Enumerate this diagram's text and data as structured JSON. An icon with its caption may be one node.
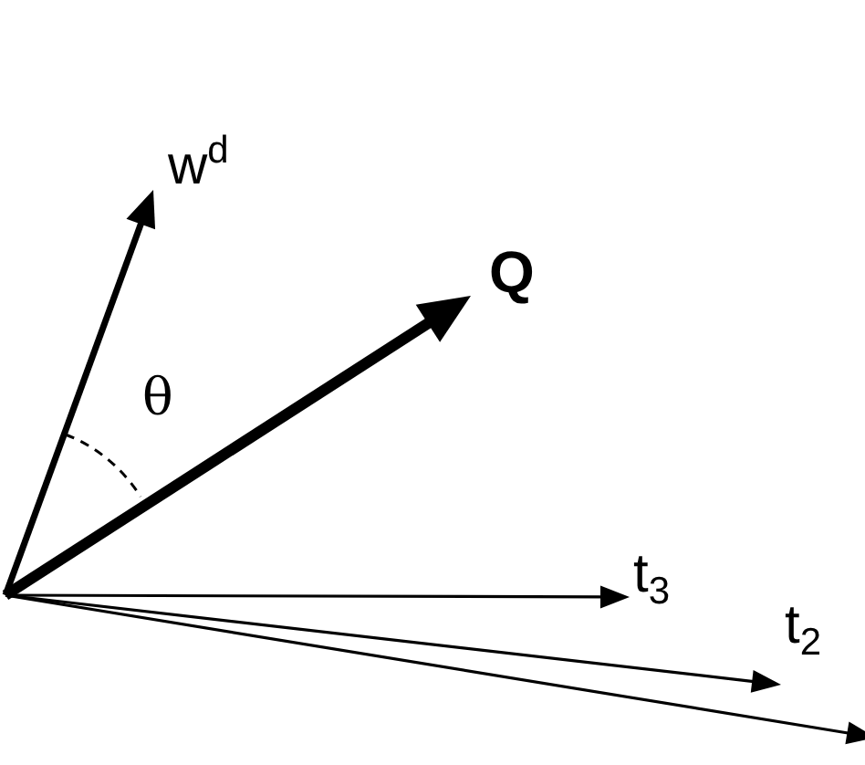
{
  "diagram": {
    "labels": [
      "w$^{d}$",
      "Q",
      "θ",
      "t$_{3}$",
      "t$_{2}$"
    ]
  }
}
